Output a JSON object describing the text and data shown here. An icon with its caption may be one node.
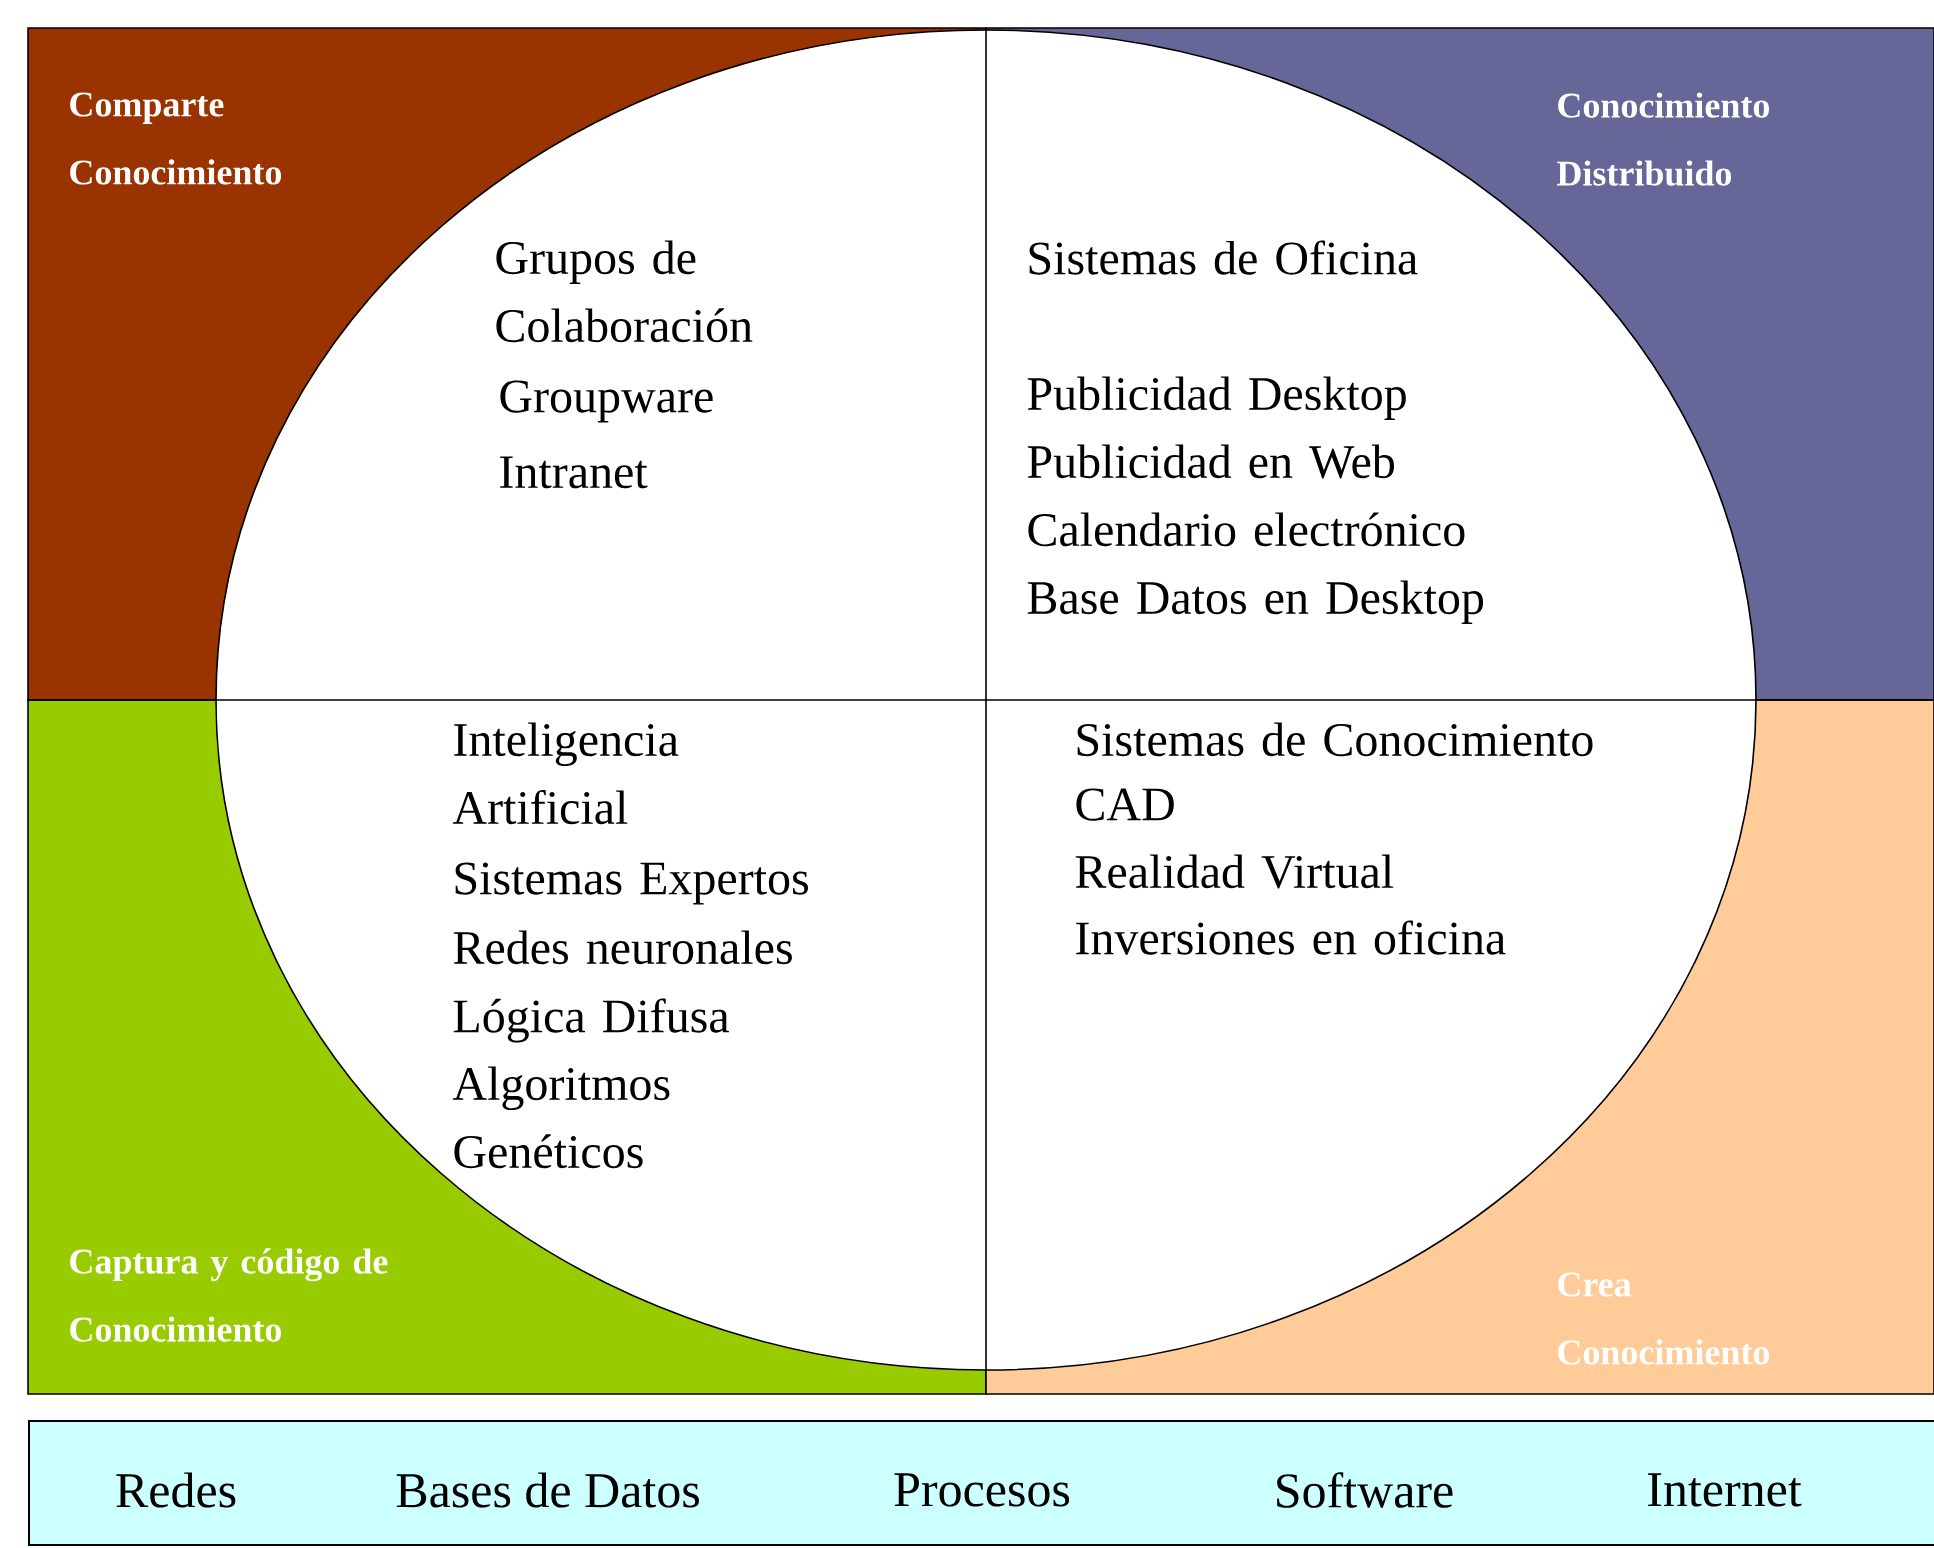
{
  "diagram": {
    "nodes": [
      {
        "text": [
          "Comparte Conocimiento"
        ]
      },
      {
        "text": [
          "Conocimiento Distribuido"
        ]
      },
      {
        "text": [
          "Captura y código de Conocimiento"
        ]
      },
      {
        "text": [
          "Crea Conocimiento"
        ]
      },
      {
        "text": [
          "Grupos de Colaboración",
          "Groupware",
          "Intranet",
          "Sistemas de Oficina",
          "Publicidad Desktop",
          "Publicidad en Web",
          "Calendario electrónico",
          "Base Datos en Desktop",
          "Inteligencia Artificial",
          "Sistemas Expertos",
          "Redes neuronales",
          "Lógica Difusa",
          "Algoritmos Genéticos",
          "Sistemas de Conocimiento",
          "CAD",
          "Realidad Virtual",
          "Inversiones en oficina"
        ]
      },
      {
        "text": [
          "Redes",
          "Bases de Datos",
          "Procesos",
          "Software",
          "Internet"
        ]
      }
    ]
  }
}
